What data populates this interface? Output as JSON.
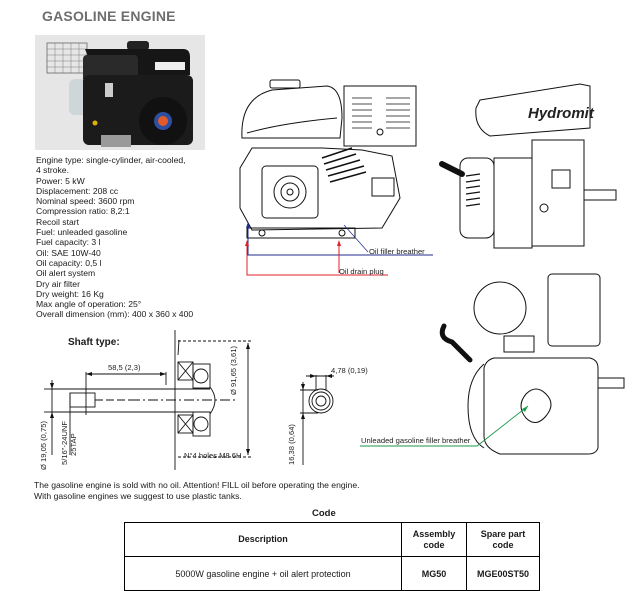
{
  "page": {
    "title": "GASOLINE ENGINE"
  },
  "photo": {
    "alt": "gasoline engine product photo"
  },
  "specs": [
    "Engine type: single-cylinder, air-cooled,",
    "4 stroke.",
    "Power: 5 kW",
    "Displacement: 208 cc",
    "Nominal speed: 3600 rpm",
    "Compression ratio: 8,2:1",
    "Recoil start",
    "Fuel: unleaded gasoline",
    "Fuel capacity: 3 l",
    "Oil: SAE 10W-40",
    "Oil capacity: 0,5 l",
    "Oil alert system",
    "Dry air filter",
    "Dry weight: 16 Kg",
    "Max angle of operation: 25°",
    "Overall dimension (mm): 400 x 360 x 400"
  ],
  "drawings": {
    "front_view": {
      "labels": {
        "oil_filler_breather": "Oil filler breather",
        "oil_drain_plug": "Oil drain plug"
      },
      "colors": {
        "breather_line": "#1f2b8c",
        "drain_line": "#e0202a"
      }
    },
    "side_view": {
      "brand": "Hydromit"
    },
    "top_view": {
      "labels": {
        "fuel_filler": "Unleaded gasoline filler breather"
      },
      "colors": {
        "fuel_line": "#1a9a4a"
      }
    },
    "shaft": {
      "title": "Shaft type:",
      "dim_length": "58,5 (2,3)",
      "dim_flange": "Ø 91,65 (3,61)",
      "dim_diameter": "Ø 19,05 (0,75)",
      "dim_thread": "5/16\"-24UNF",
      "dim_thread_sub": "25TAP",
      "holes": "N°4 holes M8 6H",
      "key_width": "4,78 (0,19)",
      "key_height": "16,38 (0,64)"
    }
  },
  "notes": [
    "The gasoline engine is sold with no oil. Attention! FILL oil before operating the engine.",
    "With gasoline engines we suggest to use plastic tanks."
  ],
  "code_table": {
    "title": "Code",
    "headers": {
      "description": "Description",
      "assembly_1": "Assembly",
      "assembly_2": "code",
      "spare_1": "Spare part",
      "spare_2": "code"
    },
    "rows": [
      {
        "description": "5000W gasoline engine + oil alert protection",
        "assembly": "MG50",
        "spare": "MGE00ST50"
      }
    ]
  }
}
